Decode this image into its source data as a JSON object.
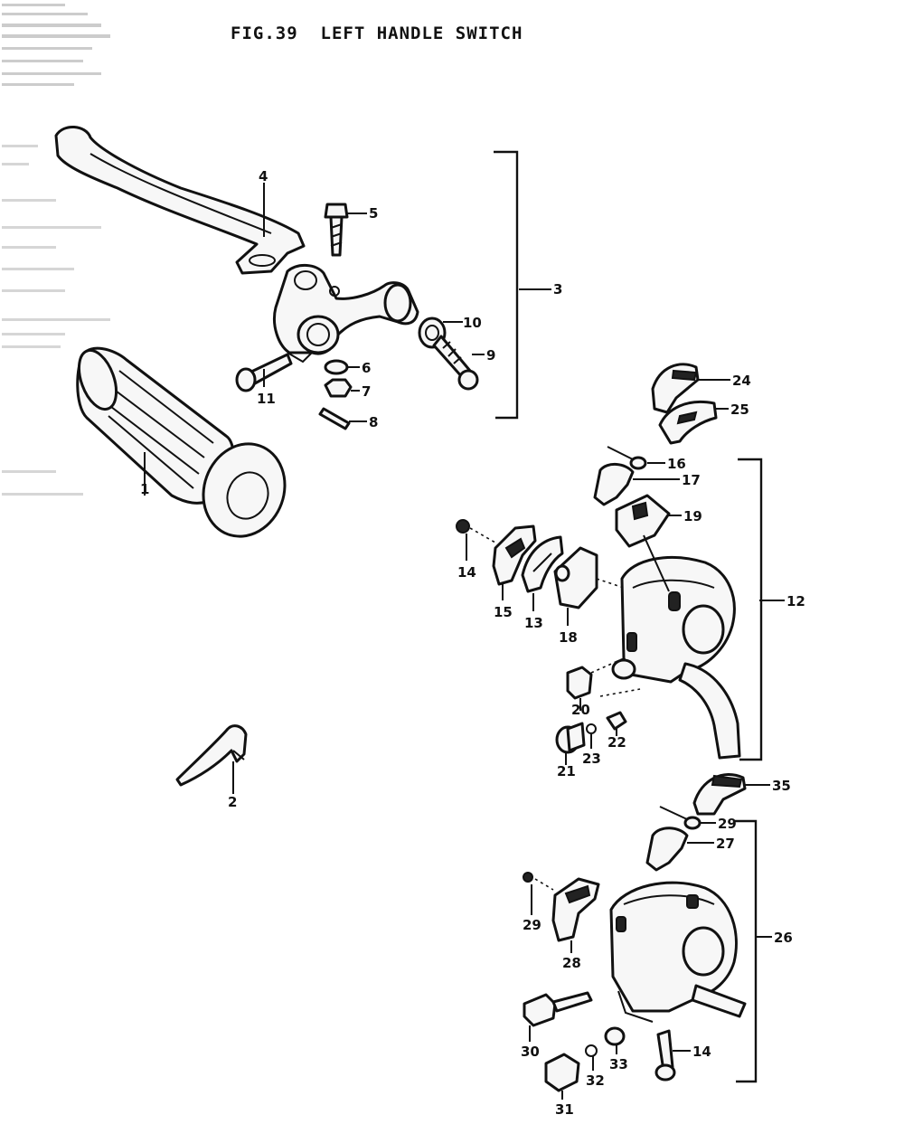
{
  "figure": {
    "title": "FIG.39  LEFT HANDLE SWITCH"
  },
  "callouts": {
    "c1": "1",
    "c2": "2",
    "c3": "3",
    "c4": "4",
    "c5": "5",
    "c6": "6",
    "c7": "7",
    "c8": "8",
    "c9": "9",
    "c10": "10",
    "c11": "11",
    "c12": "12",
    "c13": "13",
    "c14a": "14",
    "c14b": "14",
    "c15": "15",
    "c16": "16",
    "c17": "17",
    "c18": "18",
    "c19": "19",
    "c20": "20",
    "c21": "21",
    "c22": "22",
    "c23": "23",
    "c24": "24",
    "c25": "25",
    "c26": "26",
    "c27": "27",
    "c28": "28",
    "c29": "29",
    "c29b": "29",
    "c30": "30",
    "c31": "31",
    "c32": "32",
    "c33": "33",
    "c35": "35"
  }
}
